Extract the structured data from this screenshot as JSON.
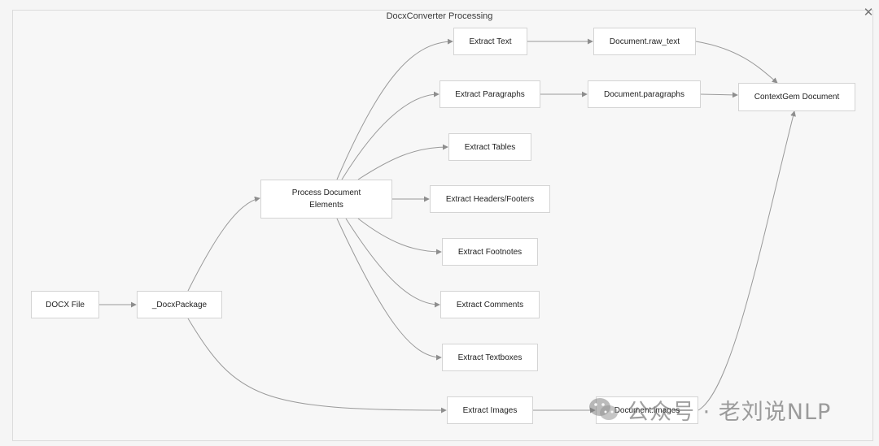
{
  "diagram": {
    "title": "DocxConverter Processing",
    "close_glyph": "✕",
    "nodes": {
      "docx_file": "DOCX File",
      "docx_package": "_DocxPackage",
      "process_elements_line1": "Process Document",
      "process_elements_line2": "Elements",
      "extract_text": "Extract Text",
      "extract_paragraphs": "Extract Paragraphs",
      "extract_tables": "Extract Tables",
      "extract_headers_footers": "Extract Headers/Footers",
      "extract_footnotes": "Extract Footnotes",
      "extract_comments": "Extract Comments",
      "extract_textboxes": "Extract Textboxes",
      "extract_images": "Extract Images",
      "document_raw_text": "Document.raw_text",
      "document_paragraphs": "Document.paragraphs",
      "document_images": "Document.images",
      "contextgem_document": "ContextGem Document"
    },
    "edge_color": "#9a9a9a"
  },
  "watermark": {
    "text": "公众号 · 老刘说NLP",
    "logo_icon": "wechat-logo-icon"
  }
}
